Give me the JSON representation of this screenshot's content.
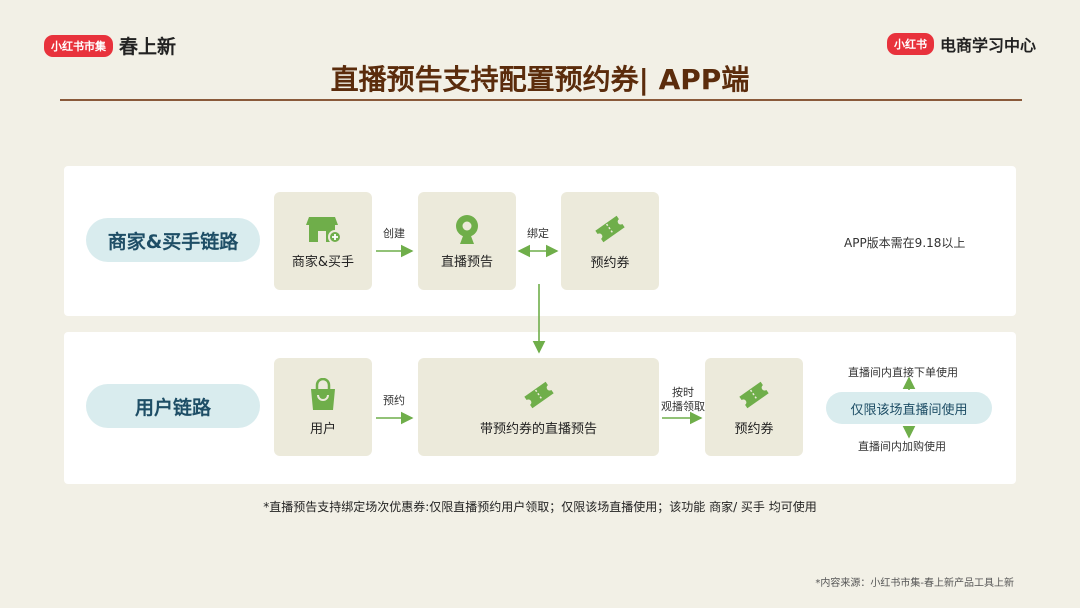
{
  "brand_left": {
    "badge": "小红书市集",
    "text": "春上新"
  },
  "brand_right": {
    "badge": "小红书",
    "text": "电商学习中心"
  },
  "title": "直播预告支持配置预约券| APP端",
  "merchant_chain": {
    "pill": "商家&买手链路",
    "node_merchant": "商家&买手",
    "arrow_create": "创建",
    "node_preview": "直播预告",
    "arrow_bind": "绑定",
    "node_coupon": "预约券",
    "version_note": "APP版本需在9.18以上"
  },
  "user_chain": {
    "pill": "用户链路",
    "node_user": "用户",
    "arrow_reserve": "预约",
    "node_preview_coupon": "带预约券的直播预告",
    "arrow_watch_line1": "按时",
    "arrow_watch_line2": "观播领取",
    "node_coupon": "预约券",
    "usage_top": "直播间内直接下单使用",
    "usage_pill": "仅限该场直播间使用",
    "usage_bottom": "直播间内加购使用"
  },
  "footnote": "*直播预告支持绑定场次优惠券:仅限直播预约用户领取；仅限该场直播使用；该功能 商家/ 买手 均可使用",
  "source": "*内容来源：小红书市集-春上新产品工具上新",
  "colors": {
    "accent_green": "#6fae4a",
    "brand_red": "#e8323c",
    "title_brown": "#5b2c0c",
    "pill_blue": "#d9ecee",
    "box_beige": "#eceadb"
  }
}
